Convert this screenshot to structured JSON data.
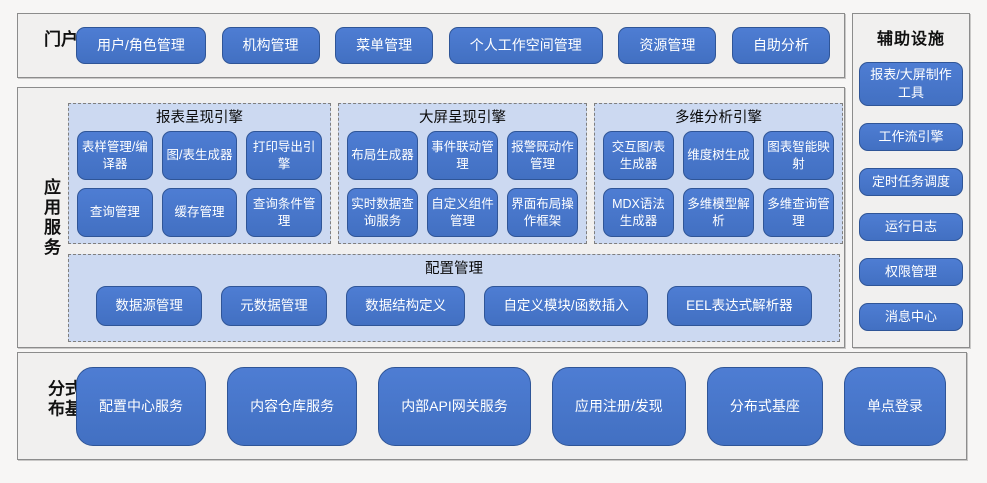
{
  "colors": {
    "node_fill": "#4775C9",
    "node_border": "#2F5597",
    "group_fill": "#CCD9F1",
    "group_border": "#7F7F7F",
    "section_fill": "#F1F0EF",
    "section_border": "#8C8C8C",
    "node_text": "#FFFFFF",
    "label_text": "#111111"
  },
  "portal": {
    "label": "门户",
    "nodes": [
      "用户/角色管理",
      "机构管理",
      "菜单管理",
      "个人工作空间管理",
      "资源管理",
      "自助分析"
    ]
  },
  "app_services": {
    "label": "应用服务",
    "engines": [
      {
        "title": "报表呈现引擎",
        "nodes": [
          "表样管理/编译器",
          "图/表生成器",
          "打印导出引擎",
          "查询管理",
          "缓存管理",
          "查询条件管理"
        ]
      },
      {
        "title": "大屏呈现引擎",
        "nodes": [
          "布局生成器",
          "事件联动管理",
          "报警既动作管理",
          "实时数据查询服务",
          "自定义组件管理",
          "界面布局操作框架"
        ]
      },
      {
        "title": "多维分析引擎",
        "nodes": [
          "交互图/表生成器",
          "维度树生成",
          "图表智能映射",
          "MDX语法生成器",
          "多维模型解析",
          "多维查询管理"
        ]
      }
    ],
    "config": {
      "title": "配置管理",
      "nodes": [
        "数据源管理",
        "元数据管理",
        "数据结构定义",
        "自定义模块/函数插入",
        "EEL表达式解析器"
      ]
    }
  },
  "auxiliary": {
    "title": "辅助设施",
    "nodes": [
      "报表/大屏制作工具",
      "工作流引擎",
      "定时任务调度",
      "运行日志",
      "权限管理",
      "消息中心"
    ]
  },
  "distributed": {
    "label": "分布式基础",
    "nodes": [
      "配置中心服务",
      "内容仓库服务",
      "内部API网关服务",
      "应用注册/发现",
      "分布式基座",
      "单点登录"
    ]
  }
}
